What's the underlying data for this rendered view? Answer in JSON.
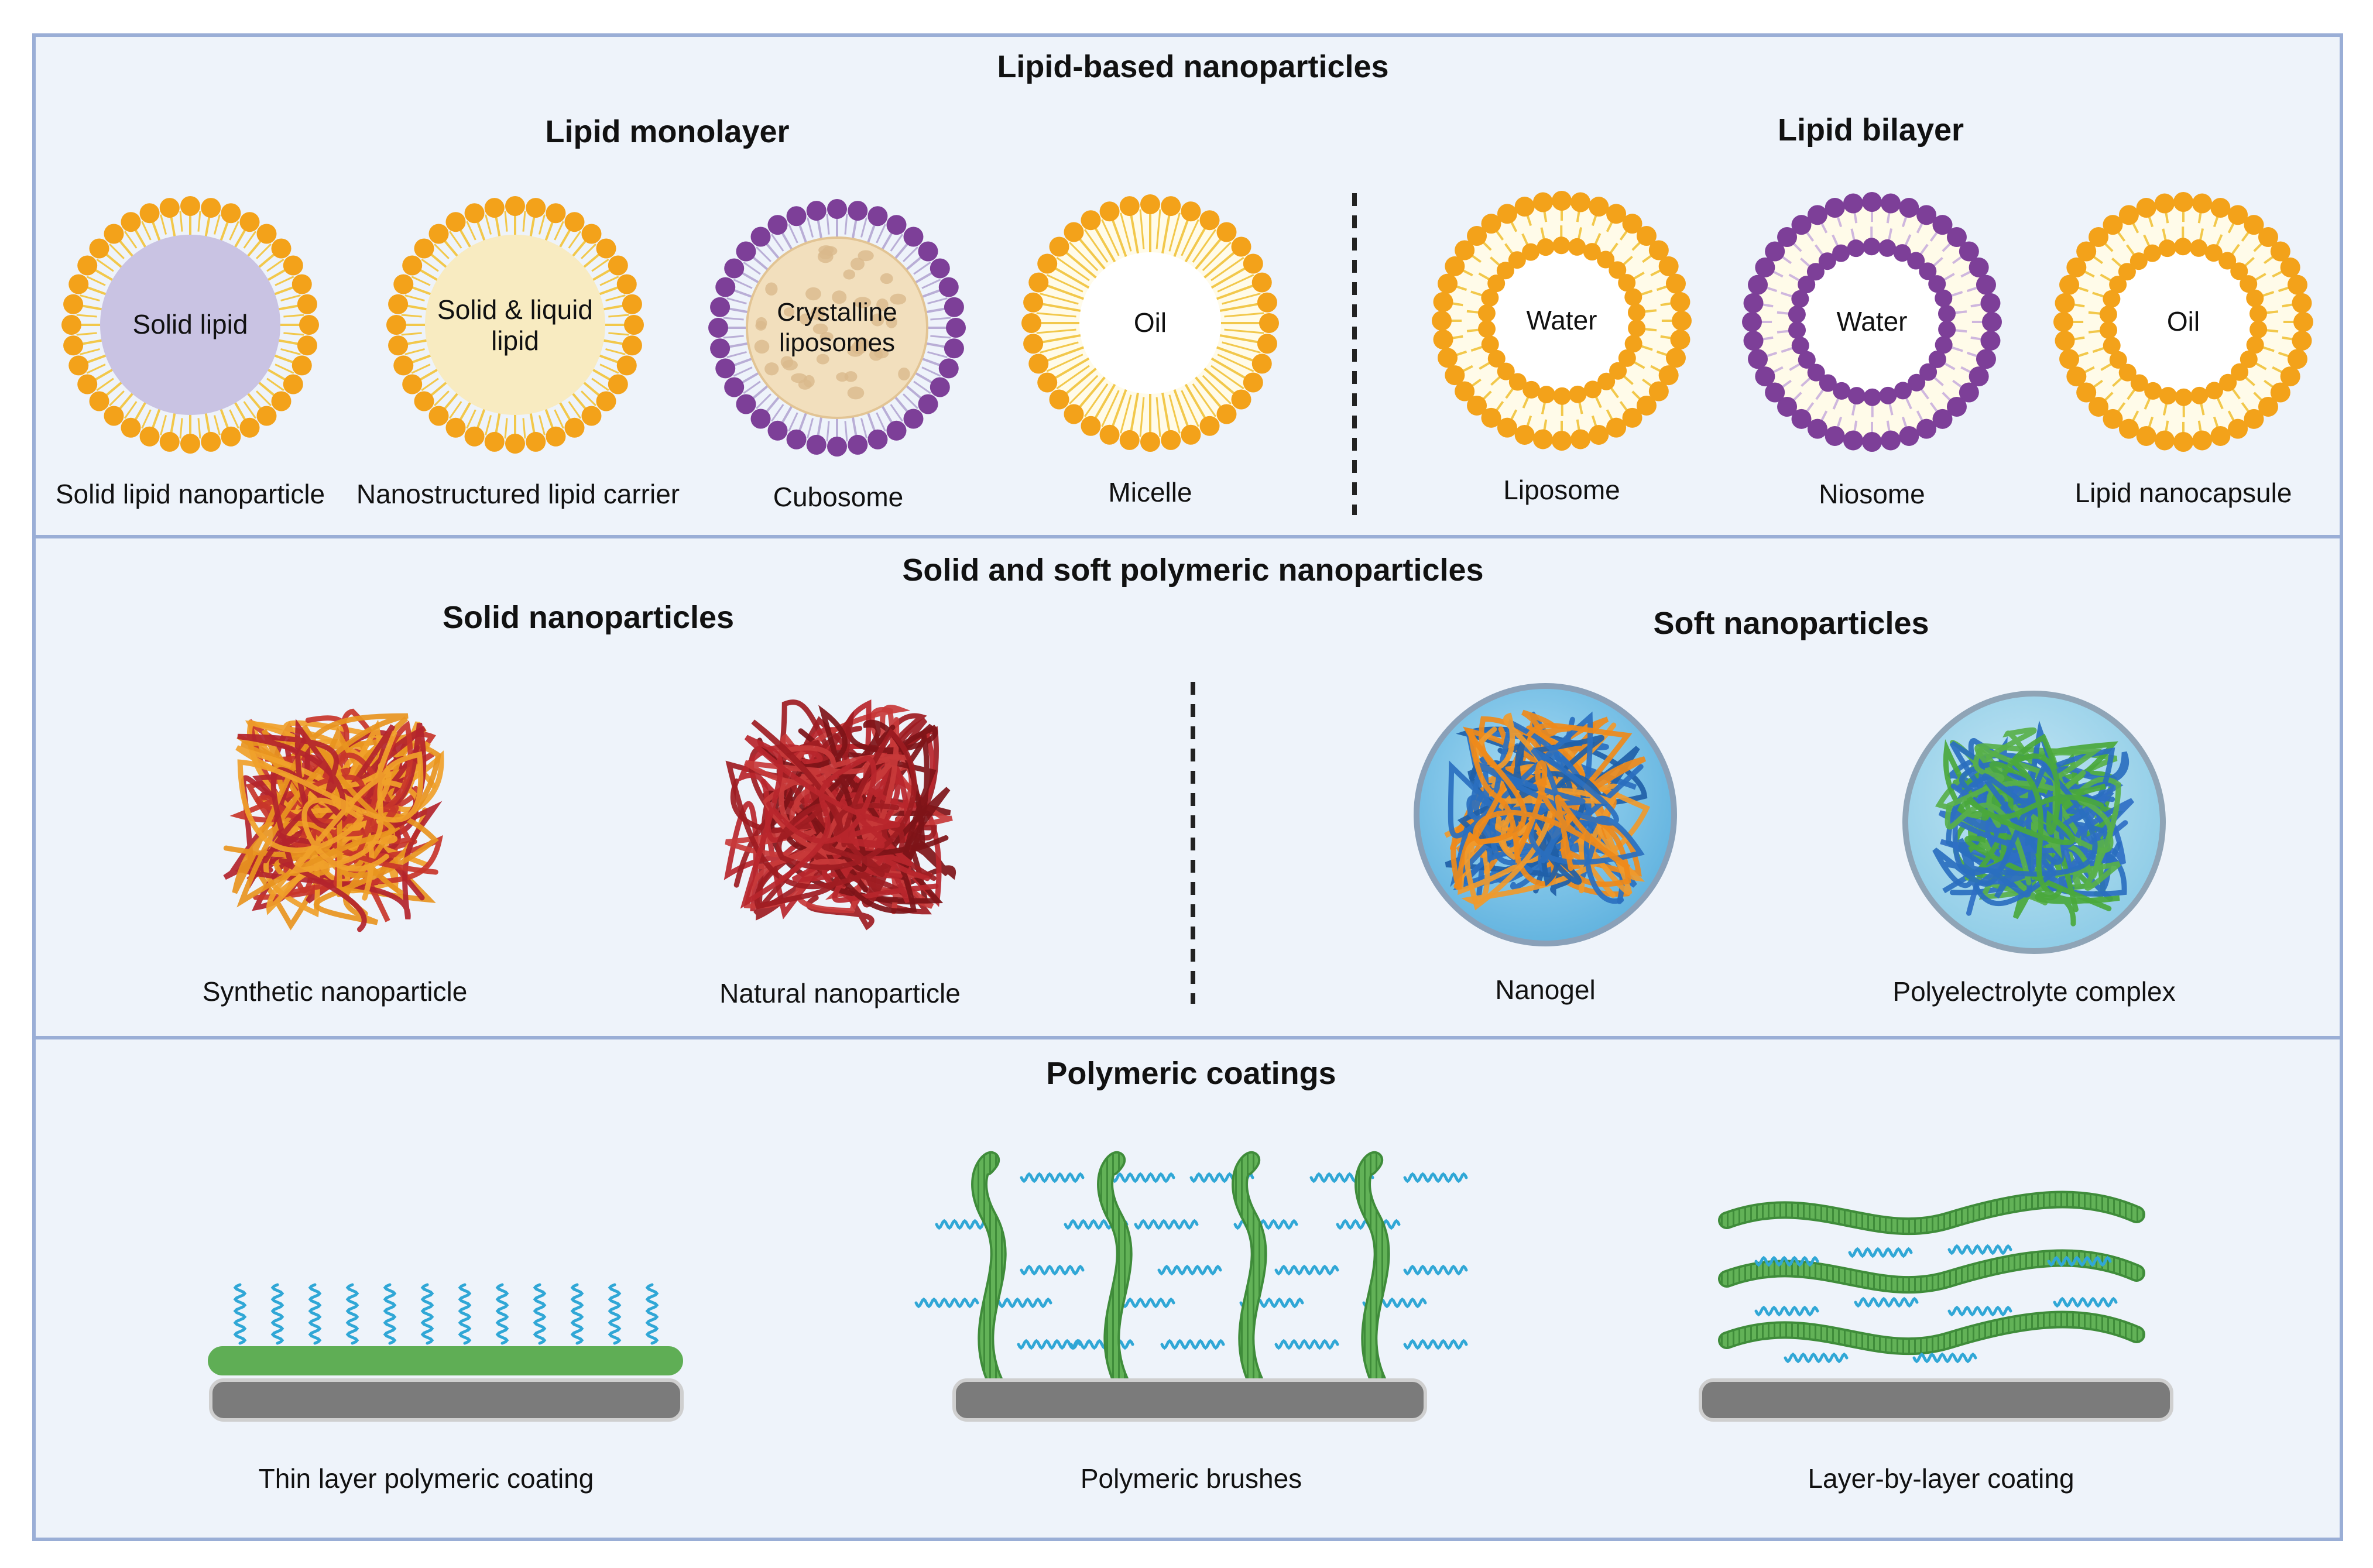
{
  "colors": {
    "panel_fill": "#eef3fa",
    "panel_border": "#9aaed6",
    "lipid_orange": "#f3a21a",
    "lipid_tail_yellow": "#f2c84b",
    "niosome_purple": "#7d3f98",
    "solid_lipid_core": "#c9c3e3",
    "nlc_core": "#f8ebc1",
    "cubosome_core": "#f2dfbd",
    "synthetic_red": "#b3242c",
    "synthetic_orange": "#f0a12a",
    "natural_red": "#9e1c22",
    "gel_blue": "#7fc6ea",
    "chain_blue": "#2a6fbf",
    "chain_orange": "#ef8a1a",
    "chain_green": "#4aa83c",
    "polymer_green": "#5fae55",
    "brush_blue": "#30a7d6",
    "substrate_gray": "#7b7b7b"
  },
  "sections": {
    "lipid": {
      "title": "Lipid-based nanoparticles",
      "monolayer_heading": "Lipid monolayer",
      "bilayer_heading": "Lipid bilayer",
      "items": [
        {
          "caption": "Solid lipid nanoparticle",
          "inner_lines": [
            "Solid lipid"
          ]
        },
        {
          "caption": "Nanostructured lipid carrier",
          "inner_lines": [
            "Solid & liquid",
            "lipid"
          ]
        },
        {
          "caption": "Cubosome",
          "inner_lines": [
            "Crystalline",
            "liposomes"
          ]
        },
        {
          "caption": "Micelle",
          "inner_lines": [
            "Oil"
          ]
        },
        {
          "caption": "Liposome",
          "inner_lines": [
            "Water"
          ]
        },
        {
          "caption": "Niosome",
          "inner_lines": [
            "Water"
          ]
        },
        {
          "caption": "Lipid nanocapsule",
          "inner_lines": [
            "Oil"
          ]
        }
      ]
    },
    "polymeric": {
      "title": "Solid and soft polymeric nanoparticles",
      "solid_heading": "Solid nanoparticles",
      "soft_heading": "Soft nanoparticles",
      "items": [
        {
          "caption": "Synthetic nanoparticle"
        },
        {
          "caption": "Natural nanoparticle"
        },
        {
          "caption": "Nanogel"
        },
        {
          "caption": "Polyelectrolyte complex"
        }
      ]
    },
    "coatings": {
      "title": "Polymeric coatings",
      "items": [
        {
          "caption": "Thin layer polymeric  coating"
        },
        {
          "caption": "Polymeric brushes"
        },
        {
          "caption": "Layer-by-layer coating"
        }
      ]
    }
  }
}
